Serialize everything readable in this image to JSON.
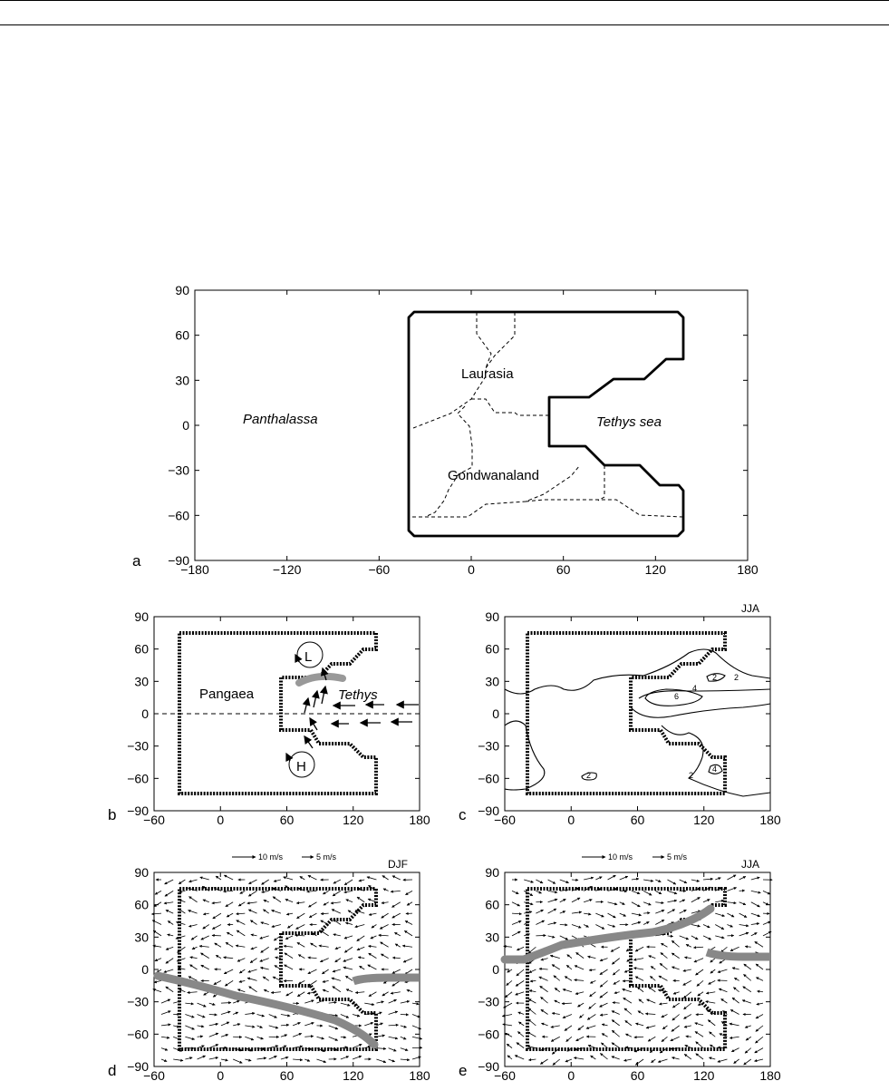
{
  "figure": {
    "panels": {
      "a": {
        "letter": "a",
        "xticks": [
          "−180",
          "−120",
          "−60",
          "0",
          "60",
          "120",
          "180"
        ],
        "yticks": [
          "90",
          "60",
          "30",
          "0",
          "−30",
          "−60",
          "−90"
        ],
        "labels": {
          "panthalassa": "Panthalassa",
          "laurasia": "Laurasia",
          "tethys_sea": "Tethys sea",
          "gondwanaland": "Gondwanaland"
        }
      },
      "b": {
        "letter": "b",
        "xticks": [
          "−60",
          "0",
          "60",
          "120",
          "180"
        ],
        "yticks": [
          "90",
          "60",
          "30",
          "0",
          "−30",
          "−60",
          "−90"
        ],
        "labels": {
          "pangaea": "Pangaea",
          "tethys": "Tethys",
          "low": "L",
          "high": "H"
        }
      },
      "c": {
        "letter": "c",
        "season": "JJA",
        "xticks": [
          "−60",
          "0",
          "60",
          "120",
          "180"
        ],
        "yticks": [
          "90",
          "60",
          "30",
          "0",
          "−30",
          "−60",
          "−90"
        ],
        "contour_labels": [
          "2",
          "2",
          "4",
          "6",
          "2",
          "4",
          "2"
        ]
      },
      "d": {
        "letter": "d",
        "season": "DJF",
        "legend_10": "10 m/s",
        "legend_5": "5 m/s",
        "xticks": [
          "−60",
          "0",
          "60",
          "120",
          "180"
        ],
        "yticks": [
          "90",
          "60",
          "30",
          "0",
          "−30",
          "−60",
          "−90"
        ]
      },
      "e": {
        "letter": "e",
        "season": "JJA",
        "legend_10": "10 m/s",
        "legend_5": "5 m/s",
        "xticks": [
          "−60",
          "0",
          "60",
          "120",
          "180"
        ],
        "yticks": [
          "90",
          "60",
          "30",
          "0",
          "−30",
          "−60",
          "−90"
        ]
      }
    }
  }
}
